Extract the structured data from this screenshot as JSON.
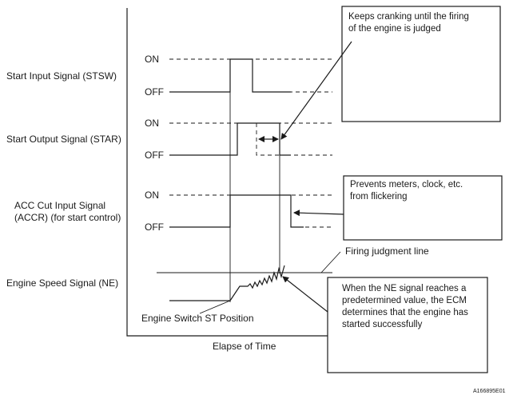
{
  "signals": {
    "stsw": {
      "label": "Start Input Signal (STSW)",
      "on": "ON",
      "off": "OFF"
    },
    "star": {
      "label": "Start Output Signal (STAR)",
      "on": "ON",
      "off": "OFF"
    },
    "accr": {
      "label_line1": "ACC Cut Input Signal",
      "label_line2": "(ACCR) (for start control)",
      "on": "ON",
      "off": "OFF"
    },
    "ne": {
      "label": "Engine Speed Signal (NE)"
    }
  },
  "notes": {
    "cranking": {
      "line1": "Keeps cranking until the firing",
      "line2": "of the engine is judged"
    },
    "flicker": {
      "line1": "Prevents meters, clock, etc.",
      "line2": "from flickering"
    },
    "ecm": {
      "line1": "When the NE signal reaches a",
      "line2": "predetermined value, the ECM",
      "line3": "determines that the engine has",
      "line4": "started successfully"
    }
  },
  "labels": {
    "firing_line": "Firing judgment line",
    "switch_st": "Engine Switch ST Position",
    "time_axis": "Elapse of Time",
    "figure_id": "A166895E01"
  }
}
